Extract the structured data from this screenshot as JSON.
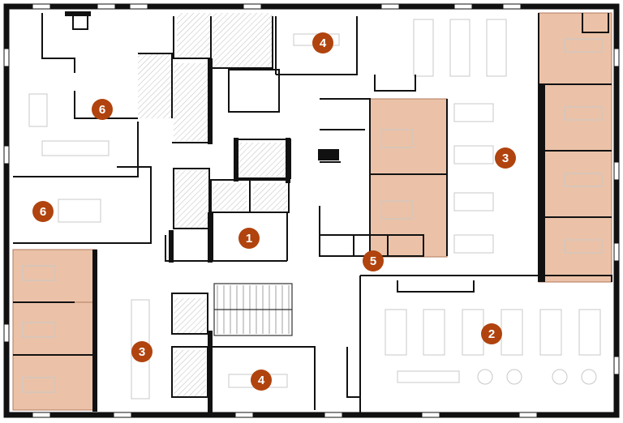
{
  "plan": {
    "colors": {
      "wall": "#111111",
      "room_fill": "#ebc2a8",
      "room_stroke": "#b07a5c",
      "marker": "#b0430e",
      "marker_text": "#ffffff",
      "furniture": "#c8c8c8",
      "hatch": "#bdbdbd"
    },
    "markers": [
      {
        "label": "1"
      },
      {
        "label": "2"
      },
      {
        "label": "3"
      },
      {
        "label": "3"
      },
      {
        "label": "4"
      },
      {
        "label": "4"
      },
      {
        "label": "5"
      },
      {
        "label": "6"
      },
      {
        "label": "6"
      }
    ]
  }
}
